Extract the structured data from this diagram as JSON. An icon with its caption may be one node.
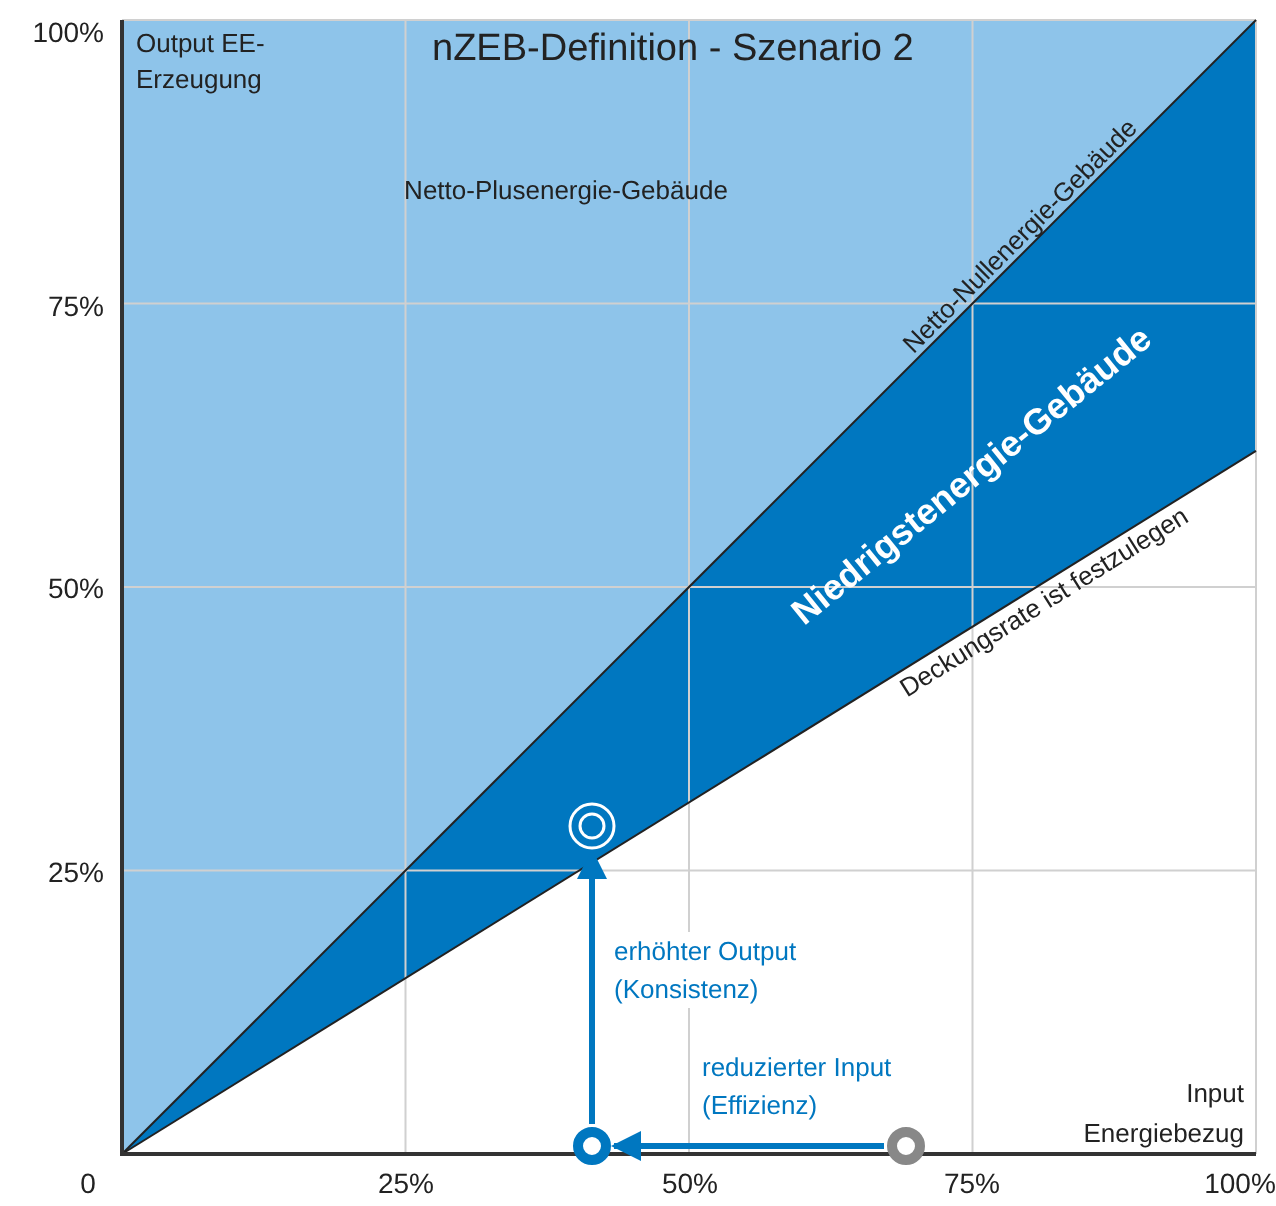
{
  "diagram": {
    "title": "nZEB-Definition - Szenario 2",
    "nodes": [
      {
        "text": [],
        "shape": "circle"
      },
      {
        "text": [],
        "shape": "circle"
      },
      {
        "text": [],
        "shape": "circle"
      }
    ],
    "edges": [
      {
        "from": 0,
        "to": 1,
        "arrow": "to",
        "label": "reduzierter Input (Effizienz)"
      },
      {
        "from": 1,
        "to": 2,
        "arrow": "to",
        "label": "erhöhter Output (Konsistenz)"
      }
    ],
    "labels": [
      "100%",
      "Output EE-Erzeugung",
      "Netto-Plusenergie-Gebäude",
      "Netto-Nullenergie-Gebäude",
      "75%",
      "Niedrigstenergie-Gebäude",
      "50%",
      "Deckungsrate ist festzulegen",
      "25%",
      "Input Energiebezug",
      "0",
      "25%",
      "50%",
      "75%",
      "100%"
    ]
  }
}
